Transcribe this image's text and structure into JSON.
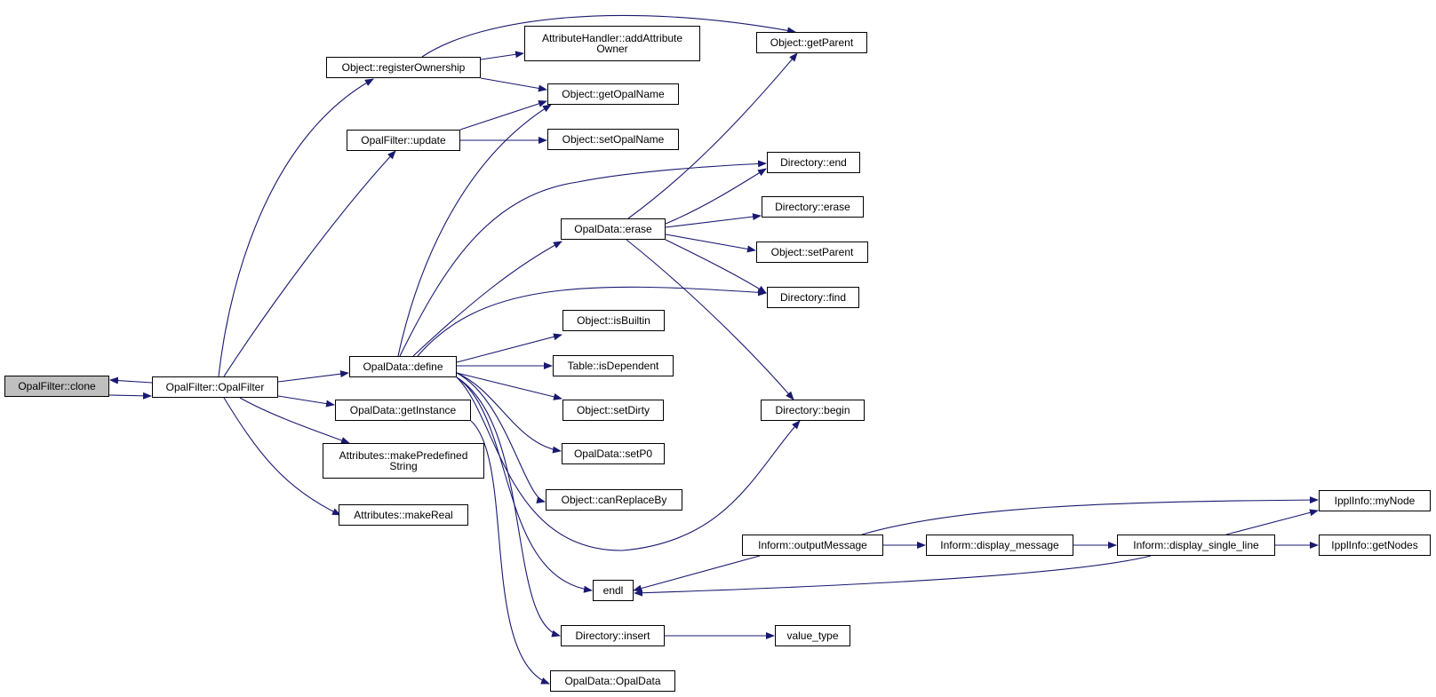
{
  "colors": {
    "edge": "#191970",
    "root_fill": "#bfbfbf",
    "node_fill": "#ffffff",
    "node_border": "#000000"
  },
  "nodes": {
    "clone": "OpalFilter::clone",
    "opalfilter_ctor": "OpalFilter::OpalFilter",
    "register_ownership": "Object::registerOwnership",
    "filter_update": "OpalFilter::update",
    "define": "OpalData::define",
    "get_instance": "OpalData::getInstance",
    "make_predefined_string": "Attributes::makePredefined\nString",
    "make_real": "Attributes::makeReal",
    "add_attribute_owner": "AttributeHandler::addAttribute\nOwner",
    "get_opal_name": "Object::getOpalName",
    "set_opal_name": "Object::setOpalName",
    "erase": "OpalData::erase",
    "is_builtin": "Object::isBuiltin",
    "is_dependent": "Table::isDependent",
    "set_dirty": "Object::setDirty",
    "set_p0": "OpalData::setP0",
    "can_replace_by": "Object::canReplaceBy",
    "endl": "endl",
    "dir_insert": "Directory::insert",
    "opaldata_ctor": "OpalData::OpalData",
    "get_parent": "Object::getParent",
    "dir_end": "Directory::end",
    "dir_erase": "Directory::erase",
    "set_parent": "Object::setParent",
    "dir_find": "Directory::find",
    "dir_begin": "Directory::begin",
    "output_message": "Inform::outputMessage",
    "value_type": "value_type",
    "display_message": "Inform::display_message",
    "display_single_line": "Inform::display_single_line",
    "my_node": "IpplInfo::myNode",
    "get_nodes": "IpplInfo::getNodes"
  }
}
